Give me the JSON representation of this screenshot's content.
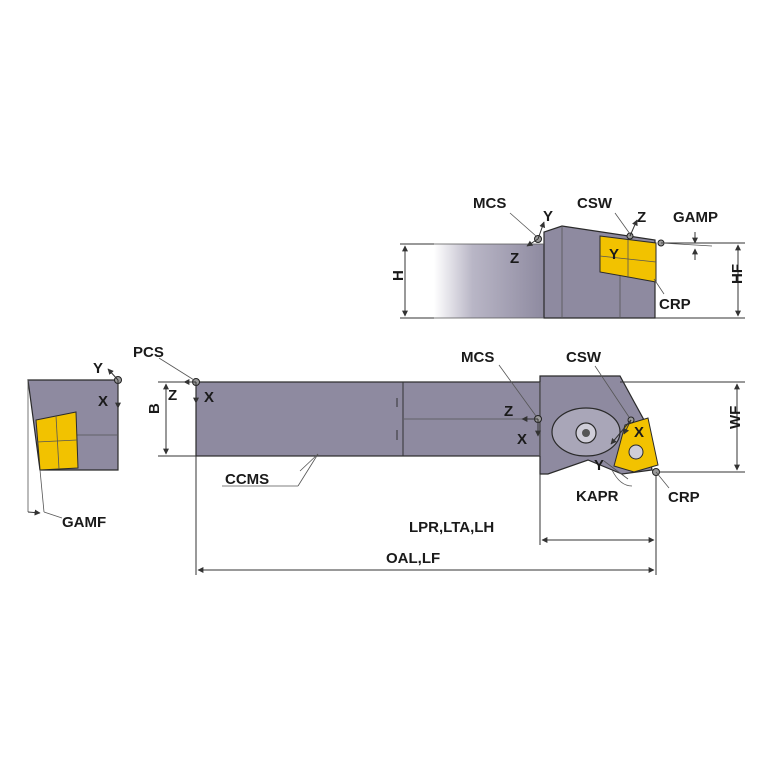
{
  "labels": {
    "mcs_top": "MCS",
    "y_top": "Y",
    "z_top": "Z",
    "csw_top": "CSW",
    "z_csw_top": "Z",
    "gamp": "GAMP",
    "y_insert_top": "Y",
    "h": "H",
    "hf": "HF",
    "crp_top": "CRP",
    "pcs": "PCS",
    "y_left": "Y",
    "x_left": "X",
    "z_pcs": "Z",
    "x_pcs": "X",
    "b": "B",
    "gamf": "GAMF",
    "ccms": "CCMS",
    "mcs_main": "MCS",
    "csw_main": "CSW",
    "z_main": "Z",
    "x_main": "X",
    "x_insert": "X",
    "y_insert": "Y",
    "wf": "WF",
    "kapr": "KAPR",
    "crp_main": "CRP",
    "lpr": "LPR,LTA,LH",
    "oal": "OAL,LF"
  },
  "colors": {
    "body": "#8e8aa0",
    "insert": "#f2c200",
    "outline": "#2a2a2a",
    "point": "#9a9a9a"
  }
}
